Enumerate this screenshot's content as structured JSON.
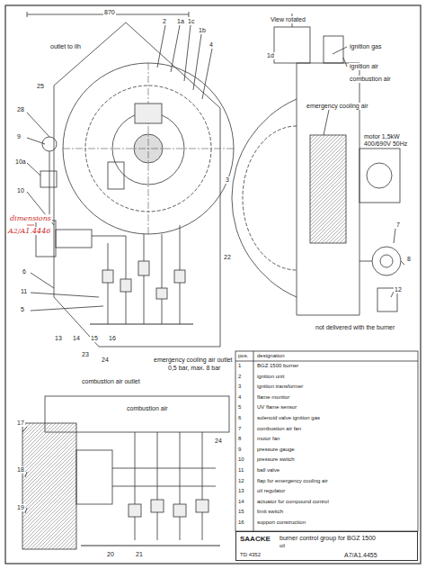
{
  "diagram": {
    "nodes": [
      {
        "text": [
          "burner control group for BGZ 1500",
          "oil",
          "SAACKE",
          "A7/A1.4455",
          "TD 4352"
        ]
      }
    ],
    "labels": [
      "870",
      "2",
      "1a",
      "1c",
      "1b",
      "4",
      "25",
      "outlet to ilh",
      "28",
      "9",
      "10a",
      "10",
      "6",
      "11",
      "5",
      "13",
      "14",
      "15",
      "16",
      "23",
      "24",
      "dimensions",
      "A2/A1.4446",
      "3",
      "22",
      "View rotated",
      "1d",
      "ignition gas",
      "ignition air",
      "combustion air",
      "emergency cooling air",
      "motor 1,5kW",
      "400/690V 50Hz",
      "7",
      "8",
      "12",
      "not delivered with the burner",
      "combustion air outlet",
      "combustion air",
      "emergency cooling air outlet",
      "0,5 bar, max. 8 bar",
      "17",
      "18",
      "19",
      "20",
      "21",
      "24",
      "pos.",
      "designation",
      "1",
      "BGZ 1500 burner",
      "2",
      "ignition unit",
      "3",
      "ignition transformer",
      "4",
      "flame monitor",
      "5",
      "UV flame sensor",
      "6",
      "solenoid valve ignition gas",
      "7",
      "combustion air fan",
      "8",
      "motor fan",
      "9",
      "pressure gauge",
      "10",
      "pressure switch",
      "11",
      "ball valve",
      "12",
      "flap for emergency cooling air",
      "13",
      "oil regulator",
      "14",
      "actuator for compound control",
      "15",
      "limit switch",
      "16",
      "support construction"
    ]
  }
}
